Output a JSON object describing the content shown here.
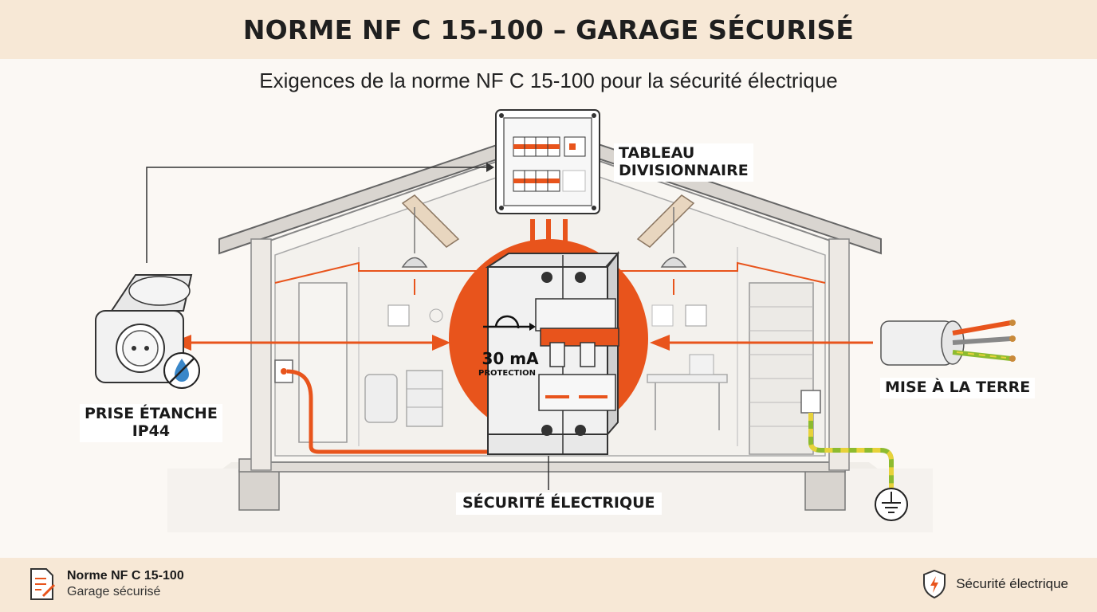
{
  "header": {
    "title": "NORME NF C 15-100 – GARAGE SÉCURISÉ"
  },
  "subtitle": "Exigences de la norme NF C 15-100 pour la sécurité électrique",
  "labels": {
    "tableau": [
      "TABLEAU",
      "DIVISIONNAIRE"
    ],
    "prise": [
      "PRISE ÉTANCHE",
      "IP44"
    ],
    "terre": "MISE À LA TERRE",
    "securite": "SÉCURITÉ ÉLECTRIQUE"
  },
  "breaker": {
    "rating": "30 mA",
    "caption": "PROTECTION"
  },
  "footer": {
    "title": "Norme NF C 15-100",
    "subtitle": "Garage sécurisé",
    "badge": "Sécurité électrique"
  },
  "icons": {
    "document": "document-pen-icon",
    "shield": "shield-bolt-icon",
    "water": "no-water-icon",
    "ground": "ground-symbol-icon"
  },
  "colors": {
    "accent": "#e8541c",
    "ground_green": "#8dbb2f",
    "ground_yellow": "#e7d23a",
    "header_bg": "#f7e8d6"
  }
}
